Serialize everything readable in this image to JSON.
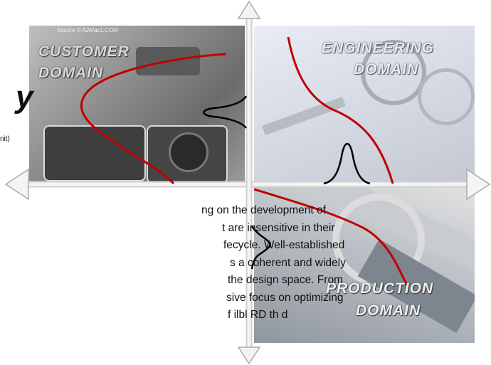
{
  "source_note": "Source © A2Mac1.COM",
  "quadrants": {
    "customer": {
      "label_line1": "CUSTOMER",
      "label_line2": "DOMAIN"
    },
    "engineering": {
      "label_line1": "ENGINEERING",
      "label_line2": "DOMAIN"
    },
    "production": {
      "label_line1": "PRODUCTION",
      "label_line2": "DOMAIN"
    }
  },
  "left_fragment": {
    "letter": "y",
    "unit": "nit)"
  },
  "body_lines": [
    "ng on the development of",
    "t are insensitive in their",
    "fecycle. Well-established",
    "s a coherent and widely",
    "the design space. From",
    "sive focus on optimizing",
    "f   ilbl RD   th d"
  ],
  "colors": {
    "curve_red": "#c00000",
    "curve_black": "#000000",
    "axis": "#d0d0d0"
  }
}
